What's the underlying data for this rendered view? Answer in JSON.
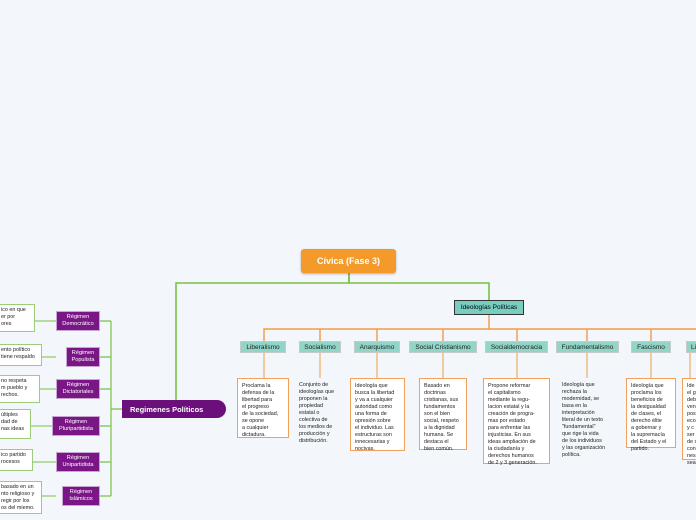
{
  "root": {
    "label": "Cívica (Fase 3)"
  },
  "regimenes": {
    "title": "Regimenes Políticos",
    "items": [
      {
        "label": "Régimen\nDemocrático",
        "desc": "ico en que\ner por\nores"
      },
      {
        "label": "Régimen\nPopulista",
        "desc": "ento político\ntiene respaldo"
      },
      {
        "label": "Régimen\nDictatoriales",
        "desc": "no respeta\nm pueblo y\nrechos."
      },
      {
        "label": "Régimen\nPluripartidista",
        "desc": "últiples\ndad de\nnas ideas"
      },
      {
        "label": "Régimen\nUnipartidista",
        "desc": "ico partido\nrocesos"
      },
      {
        "label": "Régimen\nIslámicos",
        "desc": "basado en un\nnto religioso y\nregir por los\nos del miemo."
      }
    ]
  },
  "ideologias": {
    "title": "Ideologías Políticas",
    "items": [
      {
        "label": "Liberalismo",
        "desc": "Proclama la\ndefensa de la\nlibertad para\nel progreso\nde la sociedad,\nse opone\na cualquier\ndictadura."
      },
      {
        "label": "Socialismo",
        "desc": "Conjunto de\nideologías que\nproponen la\npropiedad\nestatal o\ncolectiva de\nlos medios de\nproducción y\ndistribución."
      },
      {
        "label": "Anarquismo",
        "desc": "Ideología que\nbusca la libertad\ny va a cualquier\nautoridad como\nuna forma de\nopresión sobre\nel individuo. Las\nestructuras son\ninnecesarias y\nnocivas."
      },
      {
        "label": "Social Cristianismo",
        "desc": "Basado en\ndoctrinas\ncristianas, sus\nfundamentos\nson el bien\nsocial, respeto\na la dignidad\nhumana. Se\ndestaca el\nbien común."
      },
      {
        "label": "Socialdemocracia",
        "desc": "Propone reformar\nel capitalismo\nmediante la regu-\nlacion estatal y la\ncreación de progra-\nmas por estado\npara enfrentar las\ninjusticias. En sus\nideas ampliación de\nla ciudadanía y\nderechos humanos\nde 2 y 3 generación."
      },
      {
        "label": "Fundamentalismo",
        "desc": "Ideología que\nrechaza la\nmodernidad, se\nbasa en la\ninterpretación\nliteral de un texto\n\"fundamental\"\nque rige la vida\nde los individuos\ny las organización\npolítica."
      },
      {
        "label": "Fascismo",
        "desc": "Ideología que\nproclama los\nbeneficios de\nla desigualdad\nde clases, el\nderecho élite\na gobernar y\nla supremacía\ndel Estado y el\npartido."
      },
      {
        "label": "Li",
        "desc": "Ide\nel g\ndeb\nven\npos\neco\ny c\nser\nde s\ncon\nnes\nsea"
      }
    ]
  },
  "colors": {
    "root": "#f39a2b",
    "regime": "#7a1686",
    "ideologia": "#78cdc1",
    "category": "#90d5c8",
    "connector_green": "#7ac143",
    "connector_orange": "#f29b45"
  }
}
